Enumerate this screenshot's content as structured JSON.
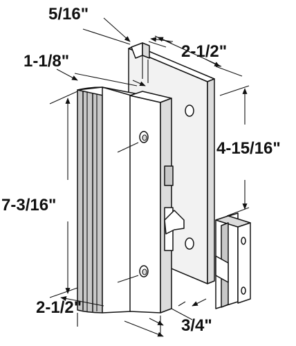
{
  "dimensions": {
    "plate_depth": "5/16\"",
    "plate_width": "2-1/2\"",
    "handle_depth": "1-1/8\"",
    "hole_spacing": "4-15/16\"",
    "overall_height": "7-3/16\"",
    "handle_width": "2-1/2\"",
    "catch_thickness": "3/4\""
  },
  "colors": {
    "line": "#111111",
    "background": "#ffffff"
  }
}
